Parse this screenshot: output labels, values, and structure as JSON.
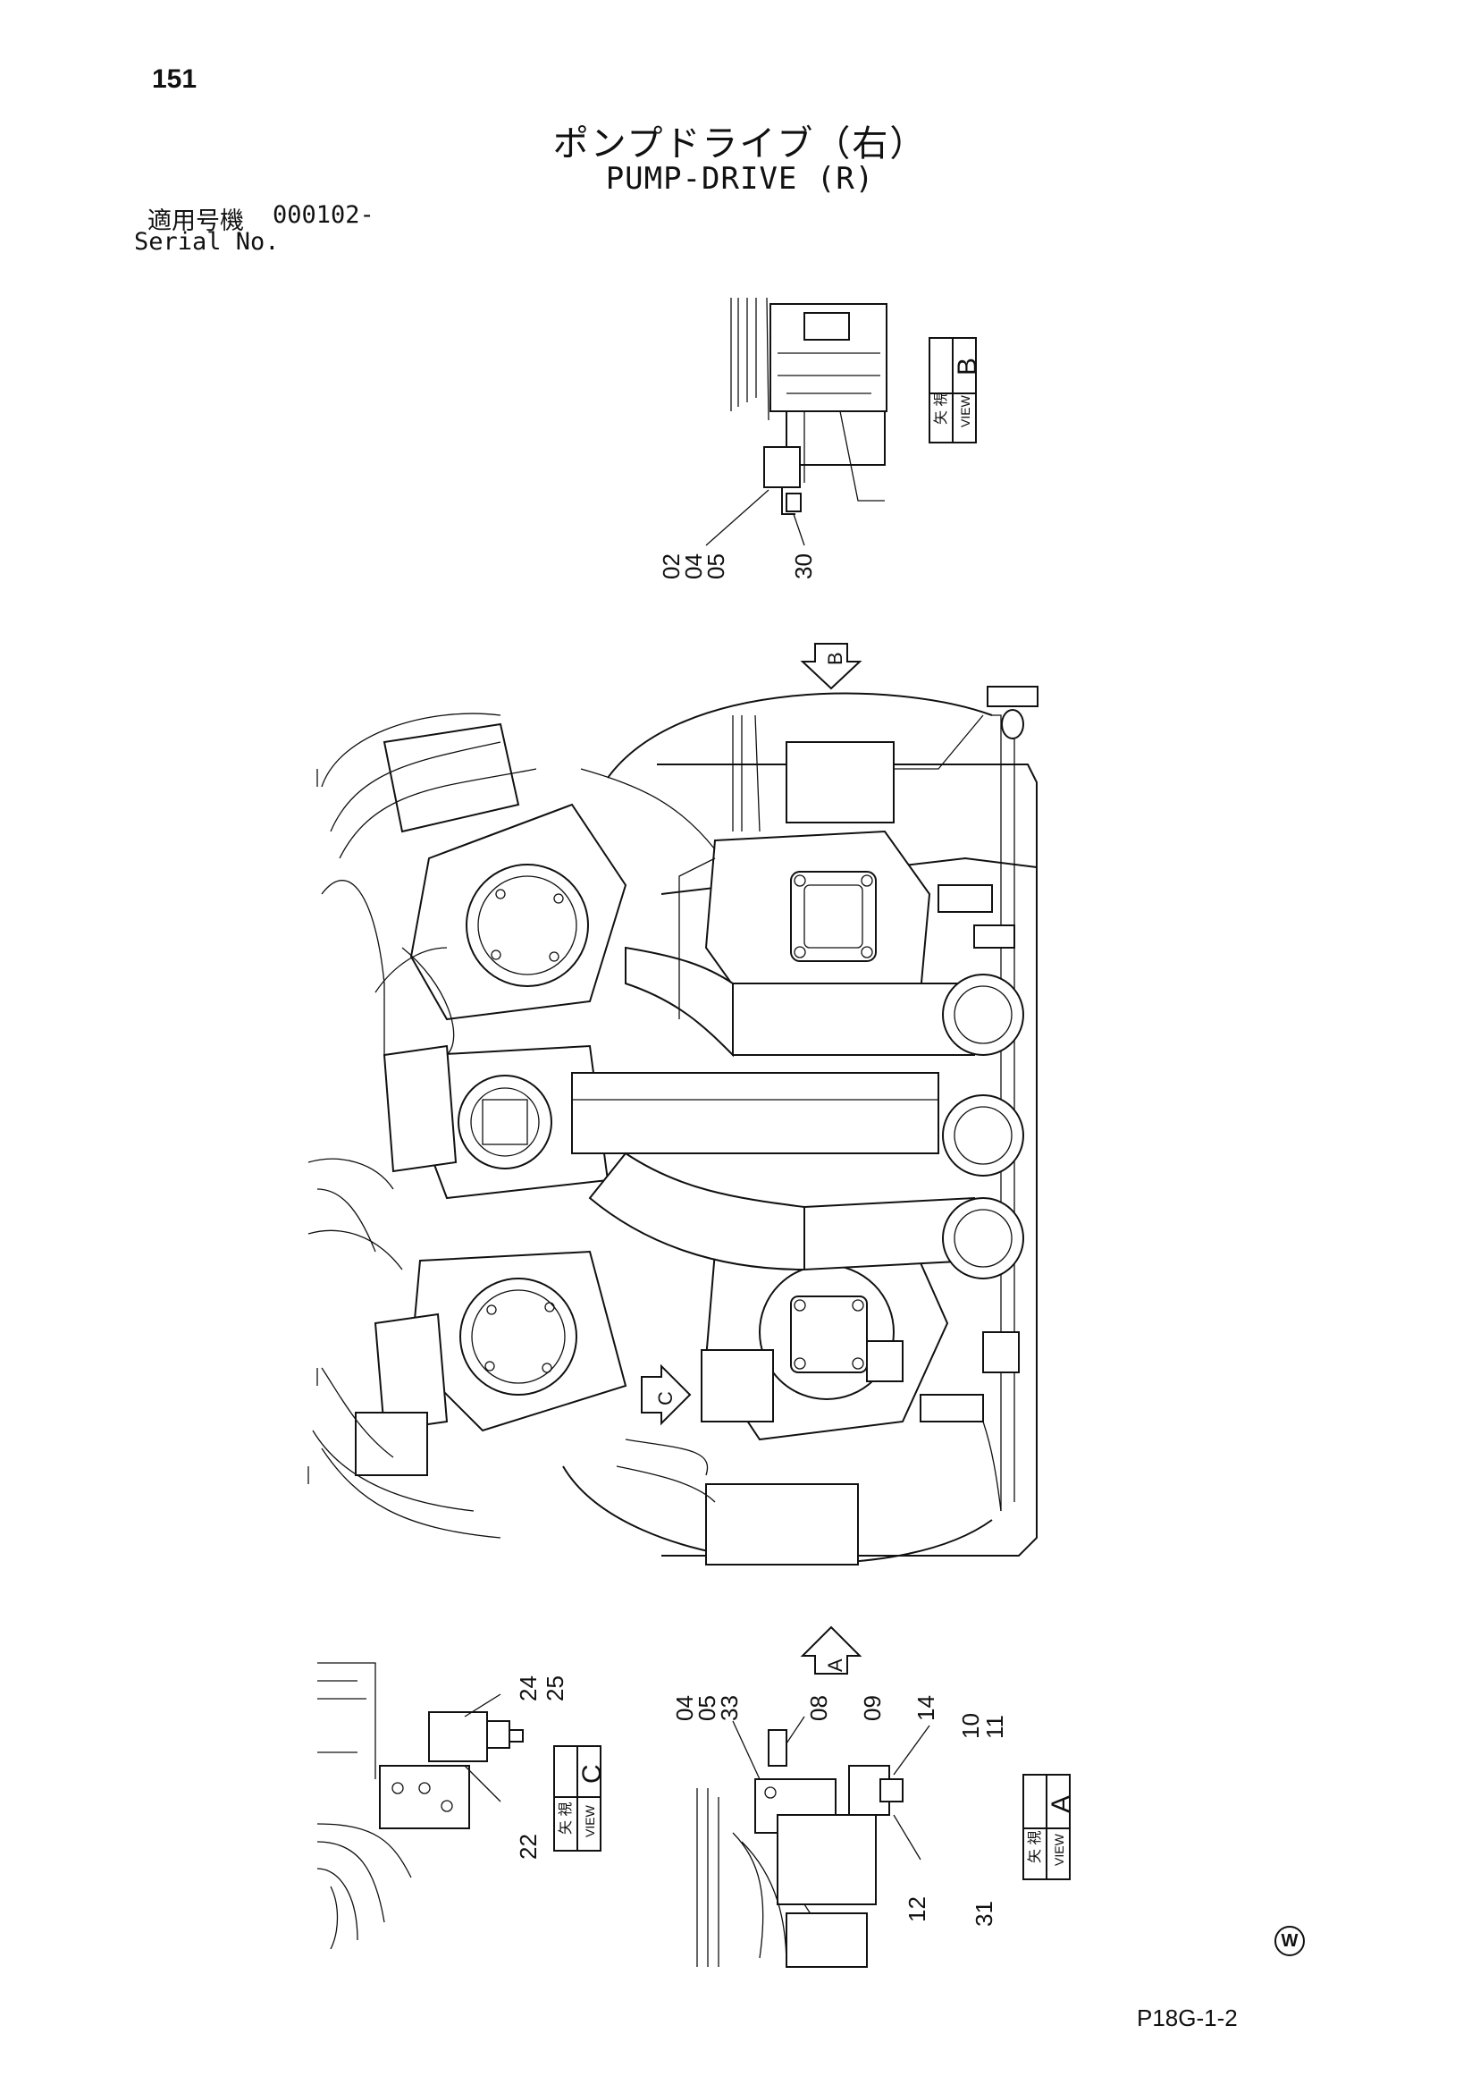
{
  "header": {
    "page_number": "151",
    "title_jp": "ポンプドライブ（右）",
    "title_en": "PUMP-DRIVE (R)",
    "serial_label_jp": "適用号機",
    "serial_number": "000102-",
    "serial_label_en": "Serial No."
  },
  "views": {
    "view_b": {
      "kanji": "矢 視",
      "word": "VIEW",
      "letter": "B",
      "callouts": [
        "02",
        "04",
        "05",
        "30"
      ]
    },
    "view_c": {
      "kanji": "矢 視",
      "word": "VIEW",
      "letter": "C",
      "callouts": [
        "24",
        "25",
        "22"
      ]
    },
    "view_a": {
      "kanji": "矢 視",
      "word": "VIEW",
      "letter": "A",
      "callouts": [
        "04",
        "05",
        "33",
        "08",
        "09",
        "14",
        "10",
        "11",
        "12",
        "31"
      ]
    },
    "arrow_b": "B",
    "arrow_a": "A",
    "arrow_c": "C"
  },
  "footer": {
    "drawing_code": "P18G-1-2",
    "mark": "W"
  }
}
